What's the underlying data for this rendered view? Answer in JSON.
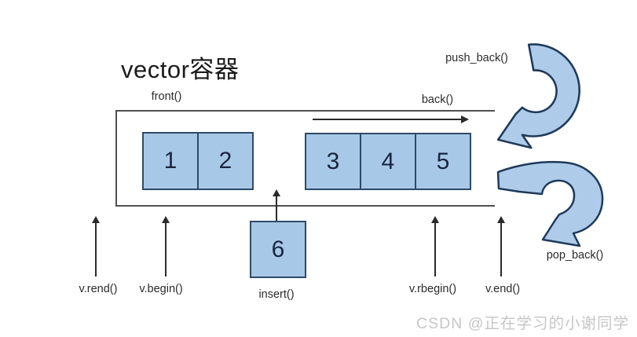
{
  "title": "vector容器",
  "container": {
    "front_label": "front()",
    "back_label": "back()"
  },
  "boxes": {
    "group1": [
      "1",
      "2"
    ],
    "group2": [
      "3",
      "4",
      "5"
    ],
    "insert_value": "6"
  },
  "operations": {
    "push_back": "push_back()",
    "pop_back": "pop_back()",
    "insert": "insert()"
  },
  "iterators": {
    "rend": "v.rend()",
    "begin": "v.begin()",
    "rbegin": "v.rbegin()",
    "end": "v.end()"
  },
  "icons": {
    "push_back_arrow": "curved-arrow-counterclockwise-into-container",
    "pop_back_arrow": "curved-arrow-clockwise-out-of-container",
    "direction_arrow": "right-arrow",
    "iterator_arrows": "up-arrow"
  },
  "colors": {
    "cell_fill": "#a8c8e8",
    "cell_border": "#2e4a66",
    "curved_arrow_fill": "#aecbea",
    "curved_arrow_stroke": "#1f3a5a",
    "container_border": "#4f4f4f",
    "label_text": "#2b2b2b",
    "watermark_text": "#c6c6c6"
  },
  "watermark": "CSDN @正在学习的小谢同学"
}
